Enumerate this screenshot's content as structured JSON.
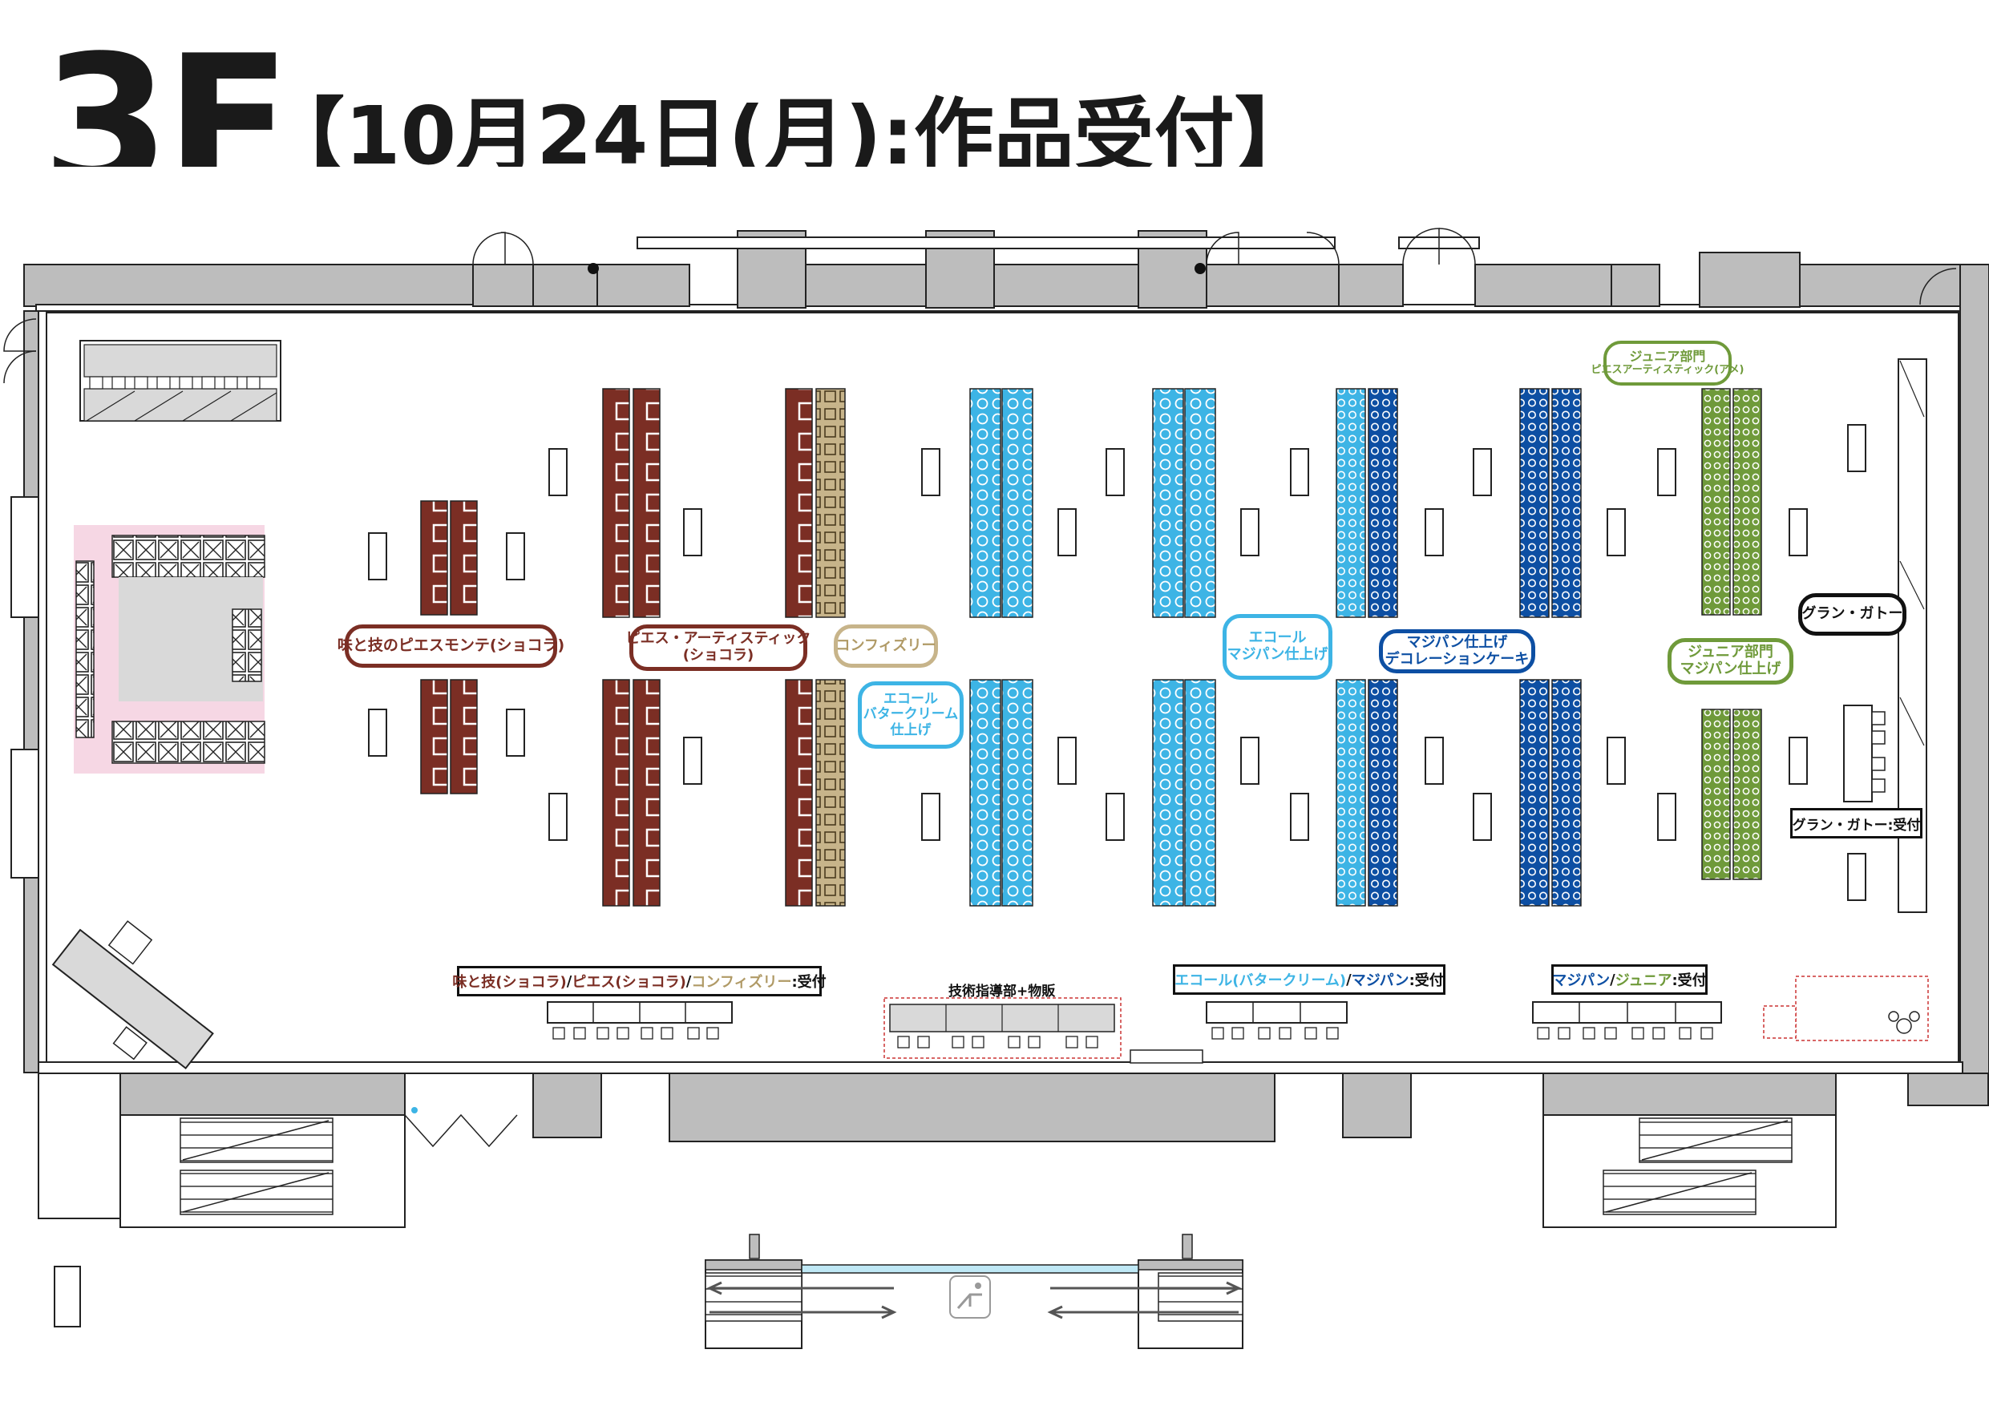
{
  "header": {
    "floor": "3F",
    "subtitle": "【10月24日(月):作品受付】"
  },
  "colors": {
    "brown": "#7b2e24",
    "tan": "#c7b48a",
    "light_blue": "#3db4e5",
    "dark_blue": "#0d4fa3",
    "green": "#6f9a3a",
    "pink": "#f6d7e4",
    "wall": "#bdbdbd"
  },
  "categories": {
    "piece_montee": "味と技のピエスモンテ(ショコラ)",
    "piece_artistique_line1": "ピエス・アーティスティック",
    "piece_artistique_line2": "(ショコラ)",
    "confiserie": "コンフィズリー",
    "ecole_butter_line1": "エコール",
    "ecole_butter_line2": "バタークリーム",
    "ecole_butter_line3": "仕上げ",
    "ecole_marzipan_line1": "エコール",
    "ecole_marzipan_line2": "マジパン仕上げ",
    "marzipan_deco_line1": "マジパン仕上げ",
    "marzipan_deco_line2": "デコレーションケーキ",
    "junior_ame_line1": "ジュニア部門",
    "junior_ame_line2": "ピエスアーティスティック(アメ)",
    "junior_marzipan_line1": "ジュニア部門",
    "junior_marzipan_line2": "マジパン仕上げ",
    "grand_gateau": "グラン・ガトー"
  },
  "reception": {
    "left": {
      "part1": "味と技(ショコラ)",
      "sep1": "/",
      "part2": "ピエス(ショコラ)",
      "sep2": "/",
      "part3": "コンフィズリー",
      "suffix": ":受付"
    },
    "ecole": {
      "part1": "エコール(バタークリーム)",
      "sep1": "/",
      "part2": "マジパン",
      "suffix": ":受付"
    },
    "marzipan_junior": {
      "part1": "マジパン",
      "sep1": "/",
      "part2": "ジュニア",
      "suffix": ":受付"
    },
    "grand_gateau": "グラン・ガトー:受付"
  },
  "tech_desk": "技術指導部+物販"
}
